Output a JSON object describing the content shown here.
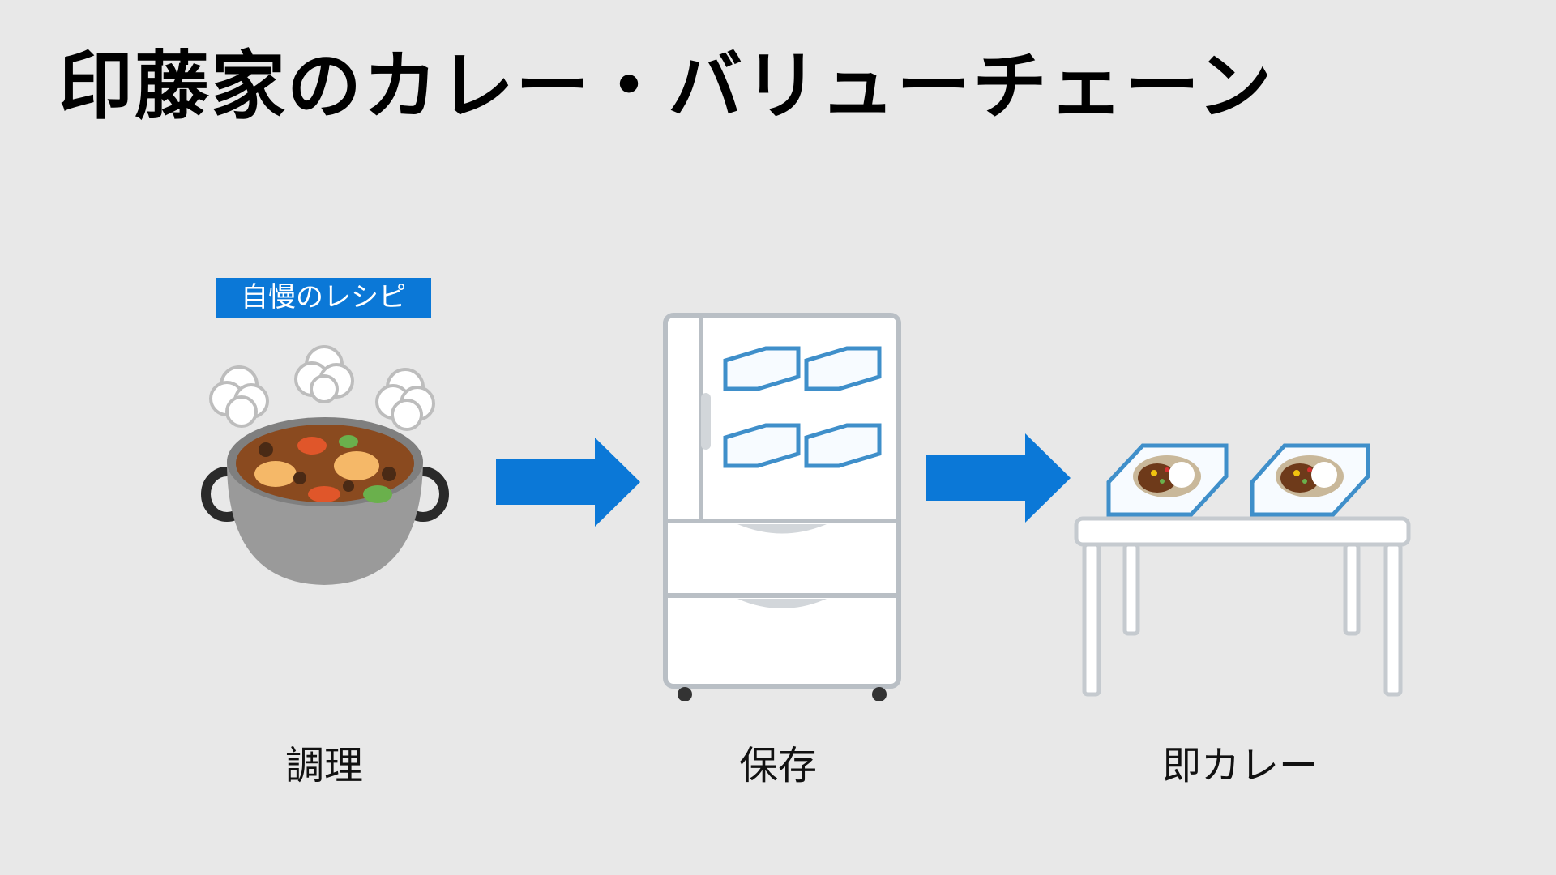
{
  "title": "印藤家のカレー・バリューチェーン",
  "recipe_tag": "自慢のレシピ",
  "steps": [
    {
      "label": "調理",
      "icon": "curry-pot-icon"
    },
    {
      "label": "保存",
      "icon": "refrigerator-icon"
    },
    {
      "label": "即カレー",
      "icon": "curry-table-icon"
    }
  ],
  "colors": {
    "accent": "#0b78d7",
    "background": "#e8e8e8"
  }
}
